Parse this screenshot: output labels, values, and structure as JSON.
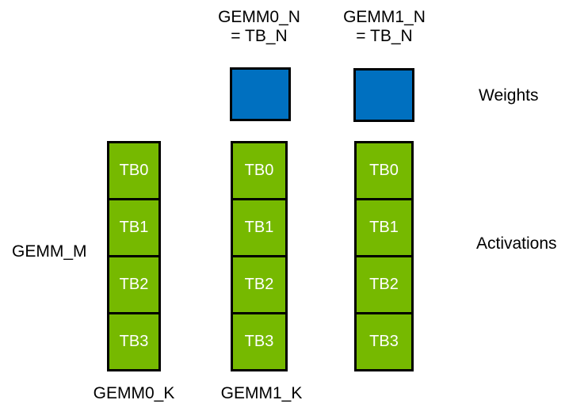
{
  "diagram": {
    "top_labels": [
      {
        "line1": "GEMM0_N",
        "line2": "= TB_N"
      },
      {
        "line1": "GEMM1_N",
        "line2": "= TB_N"
      }
    ],
    "left_label": "GEMM_M",
    "right_labels": {
      "weights": "Weights",
      "activations": "Activations"
    },
    "bottom_labels": {
      "gemm0_k": "GEMM0_K",
      "gemm1_k": "GEMM1_K"
    },
    "columns": [
      {
        "cells": [
          "TB0",
          "TB1",
          "TB2",
          "TB3"
        ]
      },
      {
        "cells": [
          "TB0",
          "TB1",
          "TB2",
          "TB3"
        ]
      },
      {
        "cells": [
          "TB0",
          "TB1",
          "TB2",
          "TB3"
        ]
      }
    ],
    "colors": {
      "weights": "#0070C0",
      "activations": "#76B900",
      "border": "#000000"
    }
  }
}
